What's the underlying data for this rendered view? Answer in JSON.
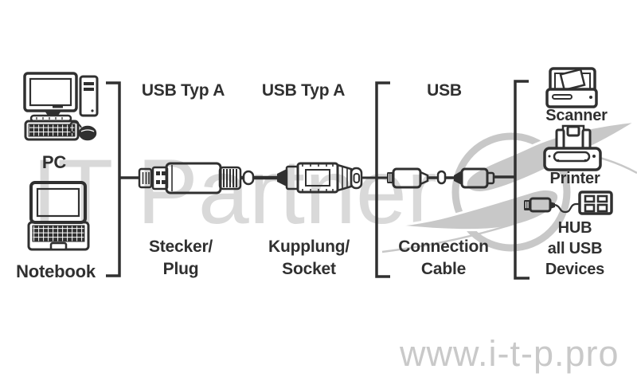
{
  "watermark": {
    "brand": "IT Partner",
    "website": "www.i-t-p.pro"
  },
  "diagram": {
    "sources": {
      "pc": "PC",
      "notebook": "Notebook"
    },
    "connectors": {
      "plug": {
        "type": "USB Typ A",
        "name_de": "Stecker/",
        "name_en": "Plug"
      },
      "socket": {
        "type": "USB Typ A",
        "name_de": "Kupplung/",
        "name_en": "Socket"
      },
      "extension": {
        "type": "USB",
        "name_line1": "Connection",
        "name_line2": "Cable"
      }
    },
    "devices": {
      "scanner": "Scanner",
      "printer": "Printer",
      "hub_line1": "HUB",
      "hub_line2": "all USB",
      "hub_line3": "Devices"
    }
  },
  "colors": {
    "line_art": "#303030",
    "watermark_logo": "#c8c8c8",
    "watermark_brand_text": "#d9d9d9",
    "watermark_url_text": "#c9c9c9",
    "background": "#ffffff"
  }
}
